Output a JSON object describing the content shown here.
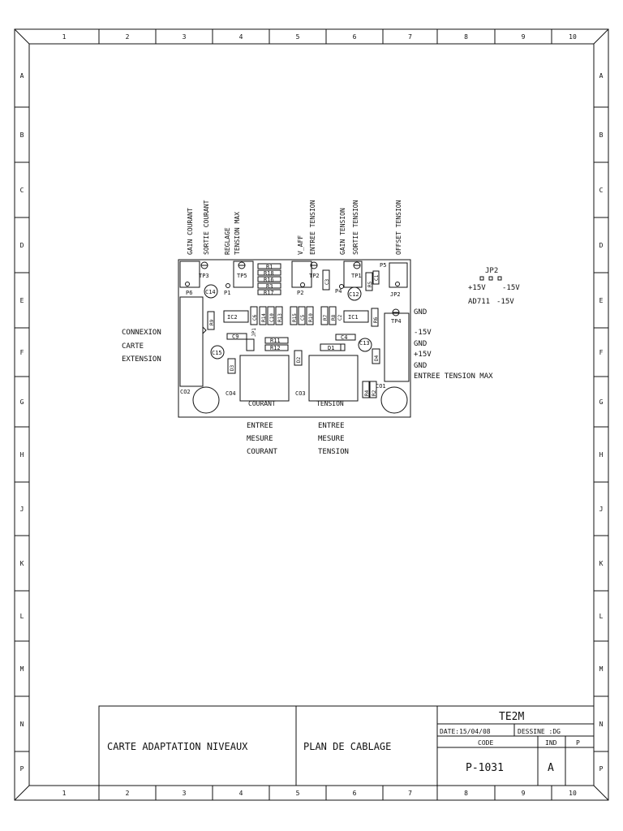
{
  "border": {
    "columns": [
      "1",
      "2",
      "3",
      "4",
      "5",
      "6",
      "7",
      "8",
      "9",
      "10"
    ],
    "rows": [
      "A",
      "B",
      "C",
      "D",
      "E",
      "F",
      "G",
      "H",
      "J",
      "K",
      "L",
      "M",
      "N",
      "P"
    ]
  },
  "board": {
    "top_labels": {
      "gain_courant": "GAIN COURANT",
      "sortie_courant": "SORTIE COURANT",
      "reglage": "REGLAGE",
      "tension_max": "TENSION MAX",
      "v_aff": "V_AFF",
      "entree_tension": "ENTREE TENSION",
      "gain_tension": "GAIN TENSION",
      "sortie_tension": "SORTIE TENSION",
      "offset_tension": "OFFSET TENSION"
    },
    "components": {
      "tp3": "TP3",
      "tp5": "TP5",
      "tp2": "TP2",
      "tp1": "TP1",
      "tp4": "TP4",
      "p6": "P6",
      "p1": "P1",
      "p2": "P2",
      "p4": "P4",
      "p5": "P5",
      "jp2": "JP2",
      "jp1": "JP1",
      "c14": "C14",
      "c12": "C12",
      "c13": "C13",
      "c15": "C15",
      "r1": "R1",
      "r18": "R18",
      "r16": "R16",
      "r3": "R3",
      "r17": "R17",
      "c3": "C3",
      "r5": "R5",
      "c1": "C1",
      "r9": "R9",
      "ic2": "IC2",
      "c6": "C6",
      "r14": "R14",
      "c10": "C10",
      "r13": "R13",
      "r15": "R15",
      "c5": "C5",
      "r10": "R10",
      "r7": "R7",
      "r8": "R8",
      "c2": "C2",
      "ic1": "IC1",
      "r6": "R6",
      "c9": "C9",
      "r11": "R11",
      "r12": "R12",
      "c4": "C4",
      "d1": "D1",
      "d2": "D2",
      "d3": "D3",
      "d4": "D4",
      "r4": "R4",
      "r2": "R2",
      "co1": "CO1",
      "co2": "CO2",
      "co3": "CO3",
      "co4": "CO4",
      "courant": "COURANT",
      "tension": "TENSION"
    },
    "left_labels": [
      "CONNEXION",
      "CARTE",
      "EXTENSION"
    ],
    "right_labels": [
      "GND",
      "-15V",
      "GND",
      "+15V",
      "GND",
      "ENTREE TENSION MAX"
    ],
    "bottom_left": [
      "ENTREE",
      "MESURE",
      "COURANT"
    ],
    "bottom_right": [
      "ENTREE",
      "MESURE",
      "TENSION"
    ]
  },
  "jp2_legend": {
    "title": "JP2",
    "pos": "+15V",
    "neg": "-15V",
    "ad": "AD711",
    "ad_val": "-15V"
  },
  "title_block": {
    "company": "TE2M",
    "board_name": "CARTE ADAPTATION NIVEAUX",
    "doc_type": "PLAN DE CABLAGE",
    "date": "DATE:15/04/08",
    "dessine": "DESSINE :DG",
    "code_label": "CODE",
    "ind_label": "IND",
    "p_label": "P",
    "code": "P-1031",
    "ind": "A"
  }
}
